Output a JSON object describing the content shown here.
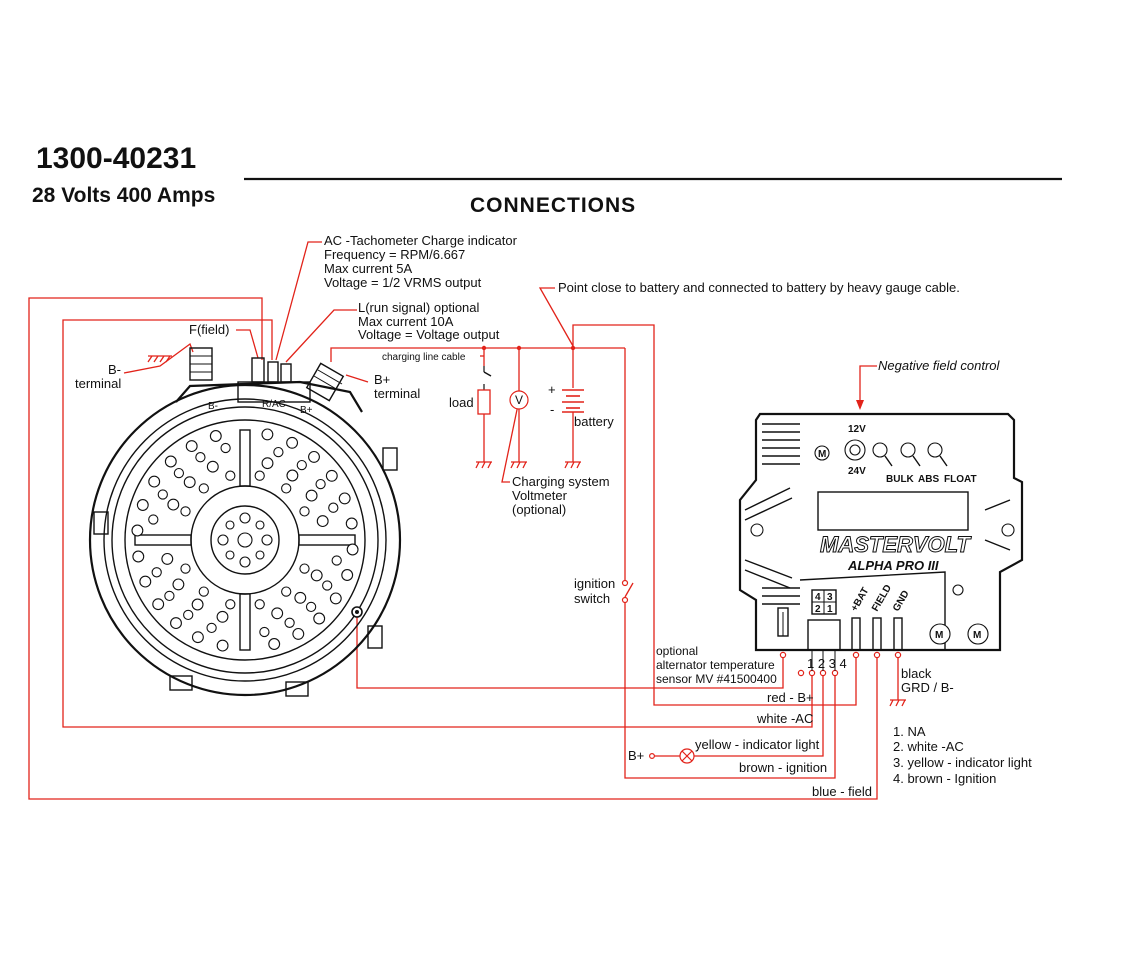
{
  "header": {
    "part_number": "1300-40231",
    "spec": "28 Volts 400 Amps",
    "section_title": "CONNECTIONS"
  },
  "alternator": {
    "b_minus_label_1": "B-",
    "b_minus_label_2": "terminal",
    "field_label": "F(field)",
    "b_plus_label_1": "B+",
    "b_plus_label_2": "terminal",
    "case_b_minus": "B-",
    "case_rac": "R/AC",
    "case_b_plus": "B+"
  },
  "callouts": {
    "ac_tacho": [
      "AC -Tachometer Charge indicator",
      "Frequency = RPM/6.667",
      "Max current 5A",
      "Voltage = 1/2 VRMS output"
    ],
    "run_signal": [
      "L(run signal) optional",
      "Max current 10A",
      "Voltage = Voltage output"
    ],
    "battery_point": "Point close to battery and connected to battery by heavy gauge cable.",
    "charging_line": "charging line cable",
    "load": "load",
    "voltmeter_symbol": "V",
    "battery": "battery",
    "battery_plus": "+",
    "battery_minus": "-",
    "voltmeter": [
      "Charging system",
      "Voltmeter",
      "(optional)"
    ],
    "ignition": [
      "ignition",
      "switch"
    ],
    "negative_field": "Negative field control",
    "temp_sensor": [
      "optional",
      "alternator temperature",
      "sensor MV #41500400"
    ]
  },
  "regulator": {
    "brand": "MASTERVOLT",
    "model": "ALPHA PRO III",
    "v12": "12V",
    "v24": "24V",
    "leds": [
      "BULK",
      "ABS",
      "FLOAT"
    ],
    "terminals": [
      "+BAT",
      "FIELD",
      "GND"
    ],
    "plug_grid": [
      "4",
      "3",
      "2",
      "1"
    ],
    "pin_numbers": "1 2 3 4",
    "m_button": "M"
  },
  "wires": {
    "red_bplus": "red - B+",
    "white_ac": "white -AC",
    "bplus_source": "B+",
    "yellow": "yellow - indicator light",
    "brown": "brown - ignition",
    "blue": "blue - field",
    "black": "black",
    "grd": "GRD / B-"
  },
  "legend": [
    "1.  NA",
    "2.  white -AC",
    "3.  yellow - indicator light",
    "4.  brown - Ignition"
  ]
}
